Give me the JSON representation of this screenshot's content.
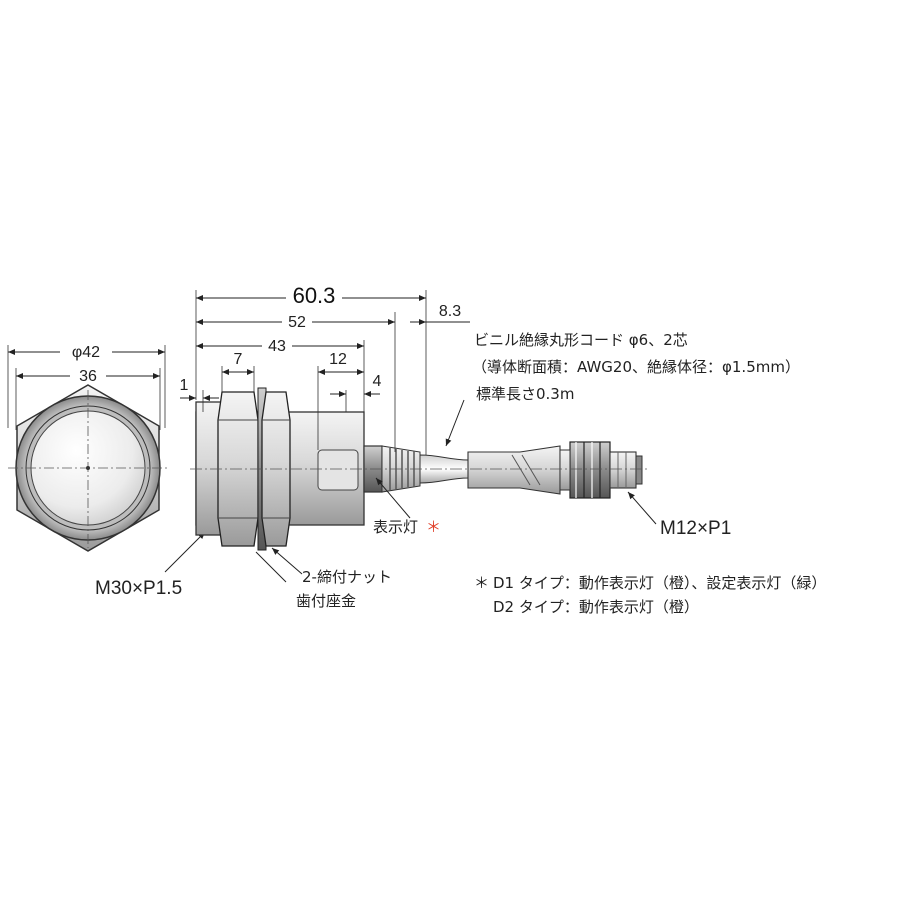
{
  "front_view": {
    "dim_outer": "φ42",
    "dim_inner": "36",
    "thread_label": "M30×P1.5"
  },
  "side_view": {
    "dim_total": "60.3",
    "dim_52": "52",
    "dim_cable": "8.3",
    "dim_43": "43",
    "dim_7": "7",
    "dim_12": "12",
    "dim_4": "4",
    "dim_1": "1",
    "nut_label": "2-締付ナット",
    "washer_label": "歯付座金",
    "indicator_label": "表示灯",
    "indicator_mark": "＊",
    "connector_label": "M12×P1"
  },
  "cable_note": {
    "line1": "ビニル絶縁丸形コード φ6、2芯",
    "line2": "（導体断面積：AWG20、絶縁体径：φ1.5mm）",
    "line3": "標準長さ0.3m"
  },
  "footnotes": {
    "mark": "＊",
    "d1": "D1 タイプ：動作表示灯（橙）、設定表示灯（緑）",
    "d2": "D2 タイプ：動作表示灯（橙）"
  },
  "colors": {
    "indicator_mark": "#e0402a"
  }
}
